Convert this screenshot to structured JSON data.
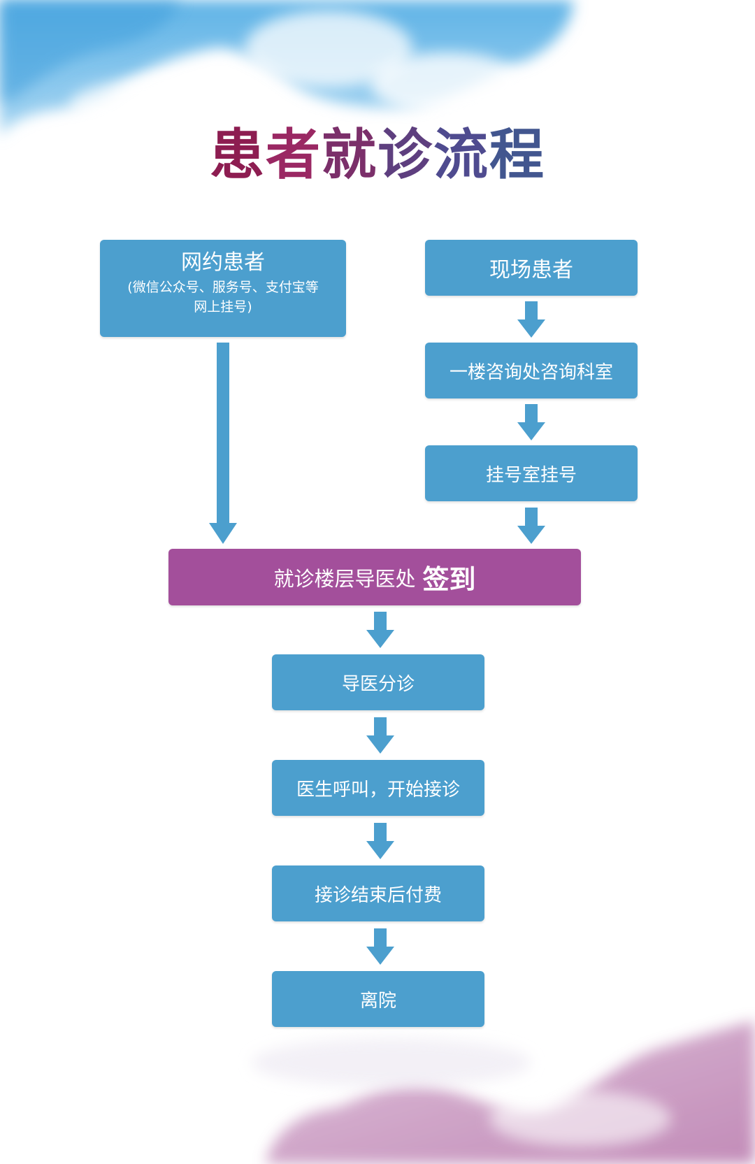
{
  "title": [
    "患",
    "者",
    "就",
    "诊",
    "流",
    "程"
  ],
  "colors": {
    "title": [
      "#8d1d51",
      "#9a2863",
      "#7b2f6a",
      "#5e3f7f",
      "#4f4b8f",
      "#42568f"
    ],
    "box": "#4c9fce",
    "checkin": "#a34f9b"
  },
  "online": {
    "title": "网约患者",
    "sub": [
      "(微信公众号、服务号、支付宝等",
      "网上挂号)"
    ]
  },
  "onsite": {
    "title": "现场患者",
    "steps": [
      "一楼咨询处咨询科室",
      "挂号室挂号"
    ]
  },
  "checkin": {
    "text": "就诊楼层导医处",
    "emph": "签到"
  },
  "flow": [
    "导医分诊",
    "医生呼叫，开始接诊",
    "接诊结束后付费",
    "离院"
  ]
}
